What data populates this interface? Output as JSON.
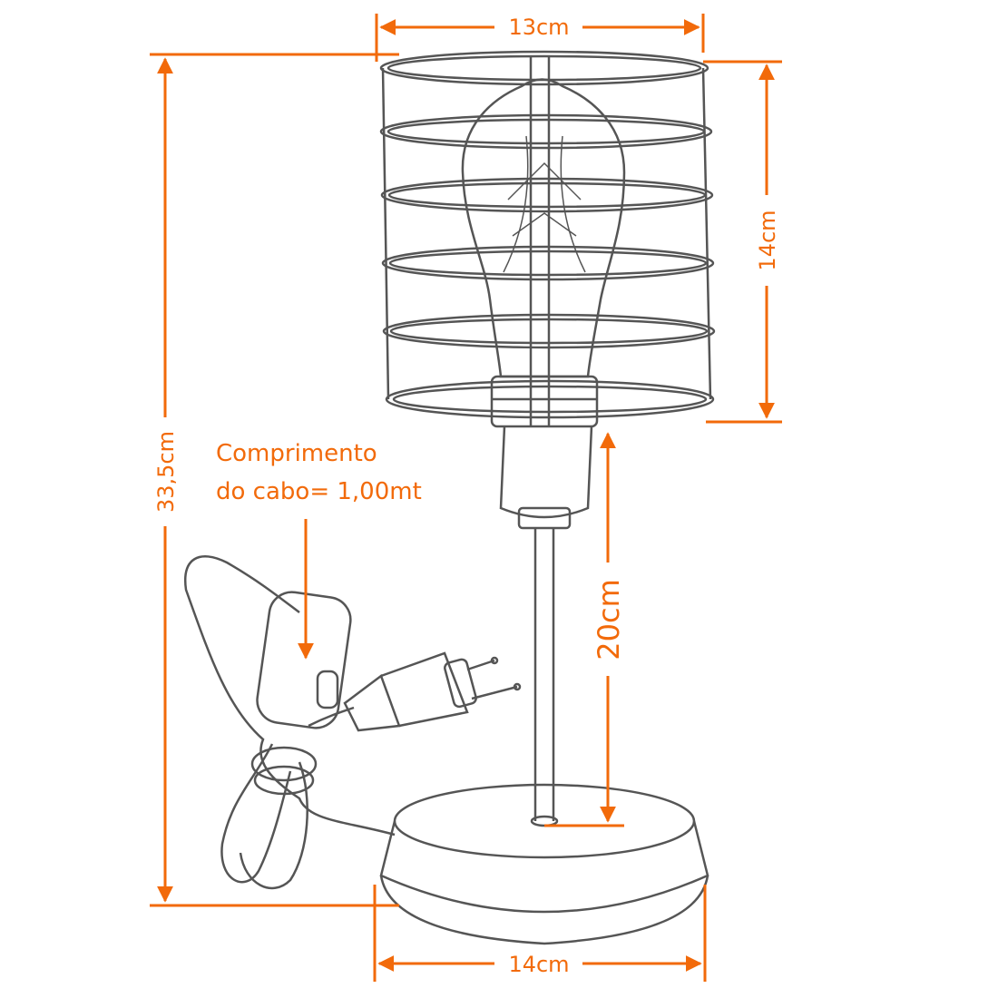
{
  "dimensions": {
    "top_width": "13cm",
    "shade_height": "14cm",
    "total_height": "33,5cm",
    "stem_height": "20cm",
    "base_width": "14cm"
  },
  "cable_note": {
    "line1": "Comprimento",
    "line2": "do cabo= 1,00mt"
  },
  "colors": {
    "accent": "#f26a0a",
    "lineart": "#555555"
  }
}
